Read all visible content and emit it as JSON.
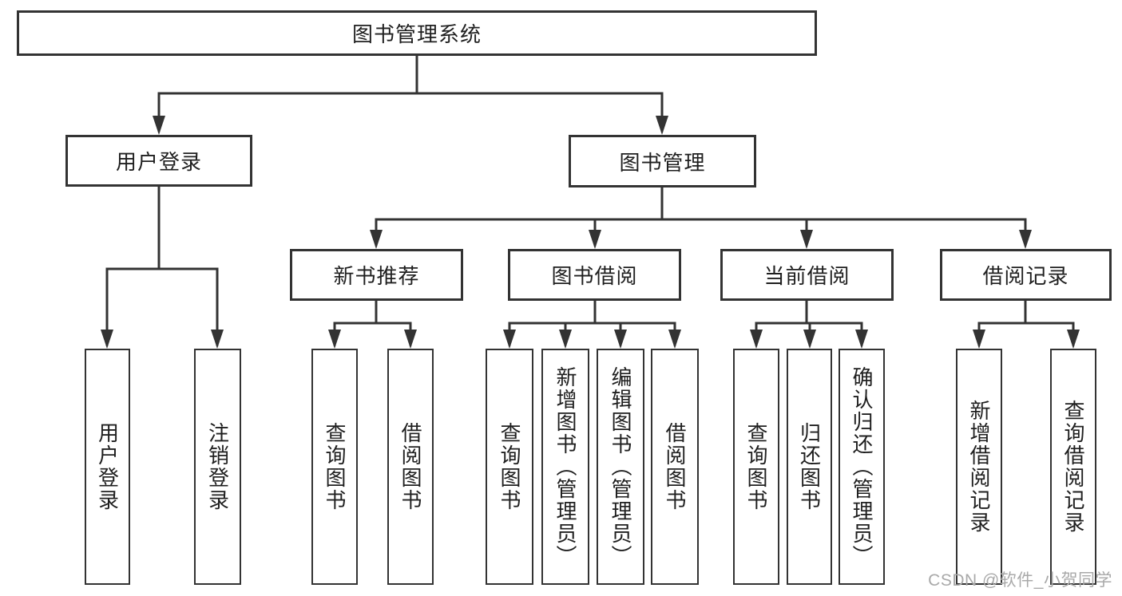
{
  "tree": {
    "label": "图书管理系统",
    "children": [
      {
        "label": "用户登录",
        "children": [
          {
            "label": "用户登录"
          },
          {
            "label": "注销登录"
          }
        ]
      },
      {
        "label": "图书管理",
        "children": [
          {
            "label": "新书推荐",
            "children": [
              {
                "label": "查询图书"
              },
              {
                "label": "借阅图书"
              }
            ]
          },
          {
            "label": "图书借阅",
            "children": [
              {
                "label": "查询图书"
              },
              {
                "label": "新增图书（管理员）"
              },
              {
                "label": "编辑图书（管理员）"
              },
              {
                "label": "借阅图书"
              }
            ]
          },
          {
            "label": "当前借阅",
            "children": [
              {
                "label": "查询图书"
              },
              {
                "label": "归还图书"
              },
              {
                "label": "确认归还（管理员）"
              }
            ]
          },
          {
            "label": "借阅记录",
            "children": [
              {
                "label": "新增借阅记录"
              },
              {
                "label": "查询借阅记录"
              }
            ]
          }
        ]
      }
    ]
  },
  "watermark": {
    "text": "CSDN @软件_小贺同学"
  },
  "colors": {
    "line": "#333333",
    "box_border": "#333333",
    "text": "#1f1f1f",
    "background": "#ffffff",
    "watermark": "#a9a9a9"
  }
}
